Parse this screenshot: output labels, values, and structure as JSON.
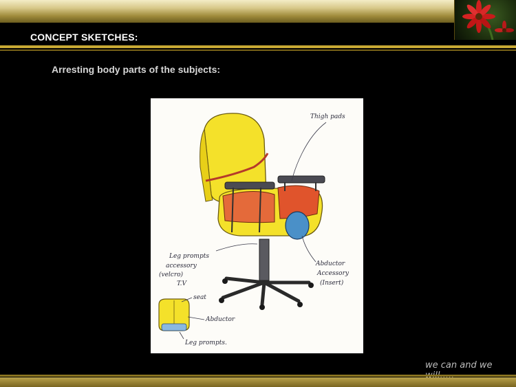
{
  "header": {
    "section_title": "CONCEPT SKETCHES:"
  },
  "content": {
    "subtitle": "Arresting body parts of the subjects:"
  },
  "sketch": {
    "annotations": {
      "thigh_pads": "Thigh pads",
      "leg_prompts_line1": "Leg prompts",
      "leg_prompts_line2": "accessory",
      "leg_prompts_line3": "(velcro)",
      "leg_prompts_line4": "T.V",
      "abductor_line1": "Abductor",
      "abductor_line2": "Accessory",
      "abductor_line3": "(Insert)",
      "seat": "seat",
      "abductor_small": "Abductor",
      "leg_prompts_small": "Leg prompts."
    }
  },
  "footer": {
    "tagline": "we can and we will....."
  }
}
